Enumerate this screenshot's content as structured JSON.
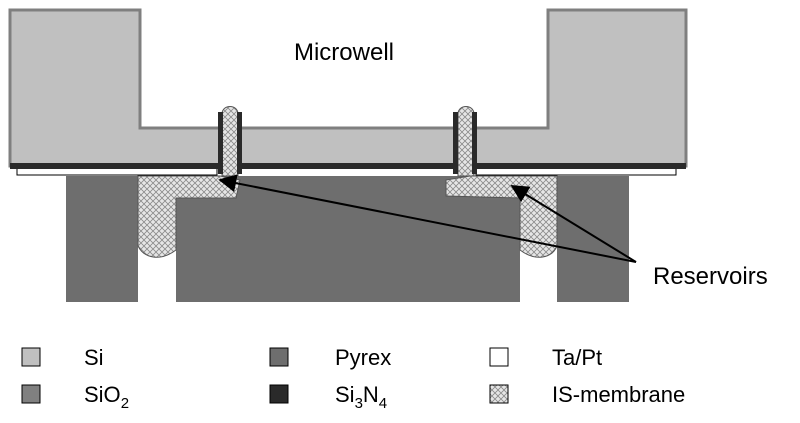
{
  "diagram": {
    "title": "Microwell",
    "callout": "Reservoirs"
  },
  "legend": {
    "items": [
      {
        "key": "si",
        "label": "Si",
        "fill": "#c0c0c0",
        "pattern": false
      },
      {
        "key": "sio2",
        "label_base": "SiO",
        "label_sub": "2",
        "fill": "#808080",
        "pattern": false
      },
      {
        "key": "pyrex",
        "label": "Pyrex",
        "fill": "#6e6e6e",
        "pattern": false
      },
      {
        "key": "si3n4",
        "label_a": "Si",
        "label_sub_a": "3",
        "label_b": "N",
        "label_sub_b": "4",
        "fill": "#2a2a2a",
        "pattern": false
      },
      {
        "key": "tapt",
        "label": "Ta/Pt",
        "fill": "#ffffff",
        "pattern": false
      },
      {
        "key": "is-membrane",
        "label": "IS-membrane",
        "fill": "#e0e0e0",
        "pattern": true
      }
    ]
  },
  "colors": {
    "silicon": "#c0c0c0",
    "silicon_edge": "#7f7f7f",
    "sio2": "#808080",
    "pyrex": "#6e6e6e",
    "si3n4": "#2a2a2a",
    "tapt": "#ffffff",
    "membrane": "#e0e0e0"
  }
}
